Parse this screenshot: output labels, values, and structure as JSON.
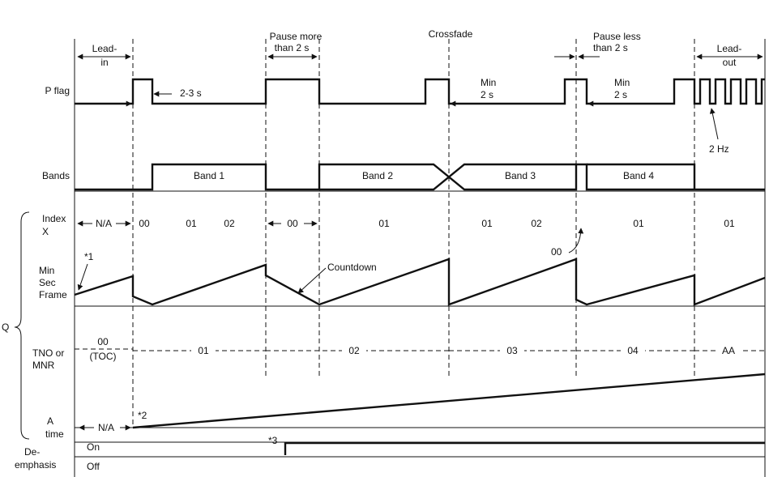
{
  "rows": {
    "p_flag": "P flag",
    "bands": "Bands",
    "index_1": "Index",
    "index_2": "X",
    "time_1": "Min",
    "time_2": "Sec",
    "time_3": "Frame",
    "tno_1": "TNO or",
    "tno_2": "MNR",
    "atime_1": "A",
    "atime_2": "time",
    "deemph_1": "De-",
    "deemph_2": "emphasis",
    "q_bracket": "Q"
  },
  "top": {
    "leadin_1": "Lead-",
    "leadin_2": "in",
    "pause_more_1": "Pause more",
    "pause_more_2": "than 2 s",
    "crossfade": "Crossfade",
    "pause_less_1": "Pause less",
    "pause_less_2": "than 2 s",
    "leadout_1": "Lead-",
    "leadout_2": "out"
  },
  "pflag_notes": {
    "two_three": "2-3 s",
    "min2_a_1": "Min",
    "min2_a_2": "2 s",
    "min2_b_1": "Min",
    "min2_b_2": "2 s",
    "hz": "2 Hz"
  },
  "bands": [
    "Band 1",
    "Band 2",
    "Band 3",
    "Band 4"
  ],
  "index_values": {
    "na": "N/A",
    "i00_a": "00",
    "i01_b1": "01",
    "i02_b1": "02",
    "i00_pause": "00",
    "i01_b2": "01",
    "i01_b3": "01",
    "i02_b3": "02",
    "i00_b4": "00",
    "i01_b4": "01",
    "i01_out": "01"
  },
  "time_notes": {
    "note1": "*1",
    "countdown": "Countdown"
  },
  "tno_values": {
    "toc_1": "00",
    "toc_2": "(TOC)",
    "t01": "01",
    "t02": "02",
    "t03": "03",
    "t04": "04",
    "taa": "AA"
  },
  "atime": {
    "na": "N/A",
    "note2": "*2"
  },
  "deemphasis": {
    "on": "On",
    "off": "Off",
    "note3": "*3"
  }
}
